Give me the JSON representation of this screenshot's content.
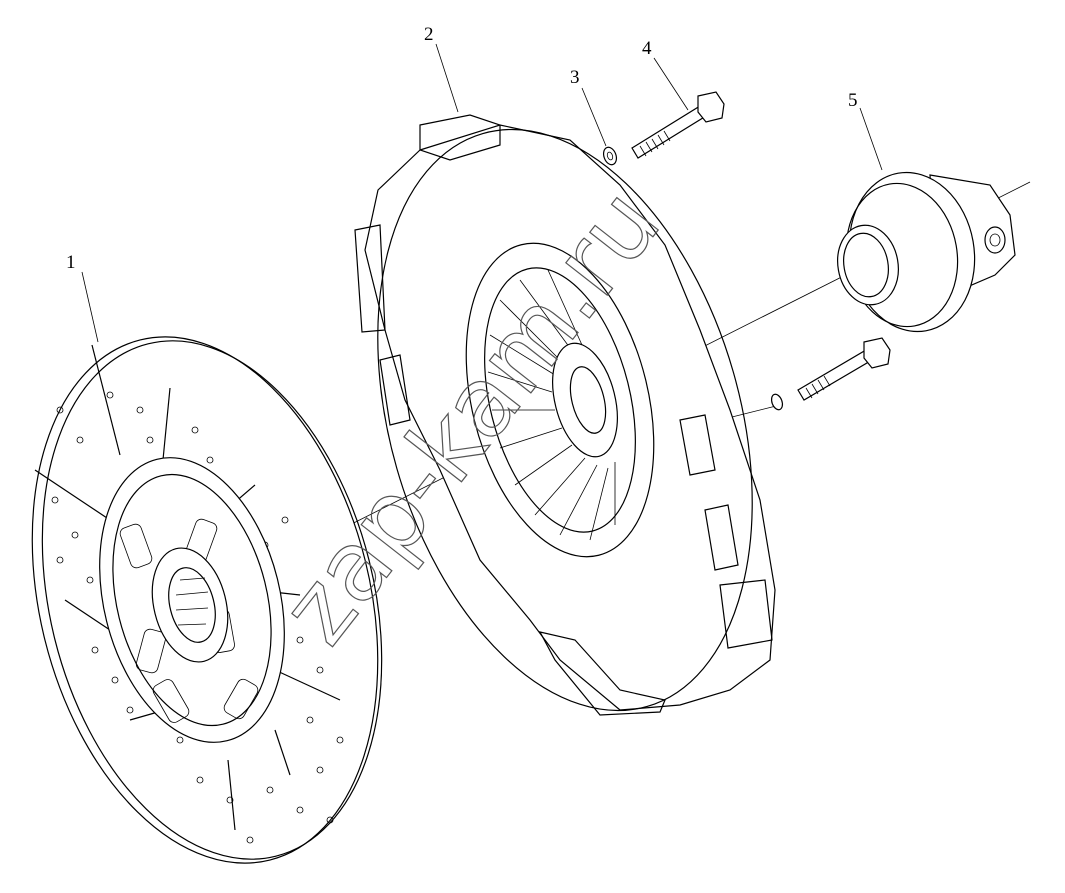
{
  "callouts": {
    "c1": "1",
    "c2": "2",
    "c3": "3",
    "c4": "4",
    "c5": "5"
  },
  "watermark": "zap-kam.ru",
  "colors": {
    "line": "#000000",
    "background": "#ffffff",
    "watermark": "#555555"
  }
}
